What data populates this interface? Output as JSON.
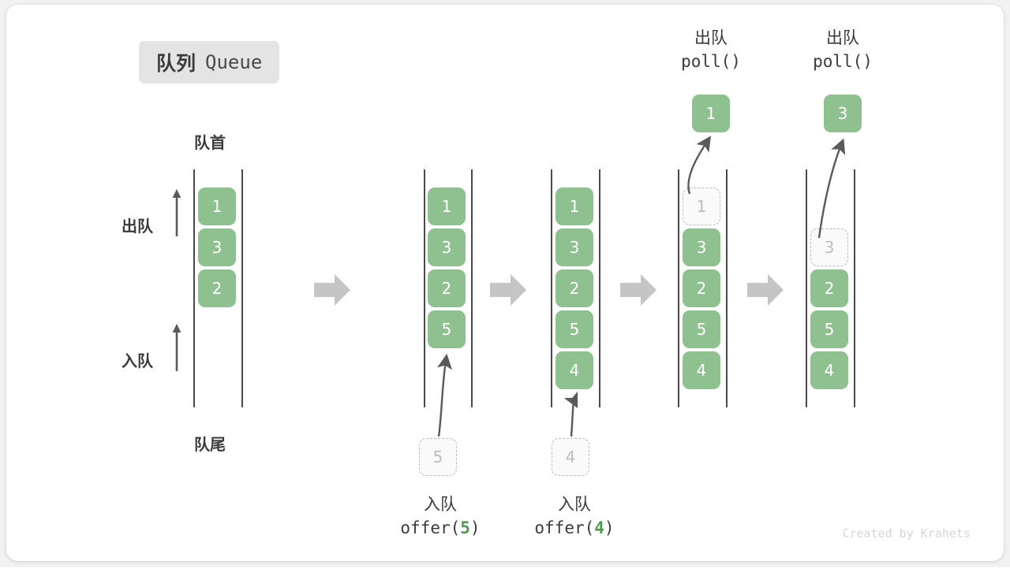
{
  "diagram": {
    "title_cn": "队列",
    "title_en": "Queue",
    "watermark": "Created by Krahets",
    "head_label": "队首",
    "tail_label": "队尾",
    "dequeue_label": "出队",
    "enqueue_label": "入队",
    "colors": {
      "element_fill": "#8fc08f",
      "element_text": "#ffffff",
      "ghost_border": "#bdbdbd",
      "ghost_text": "#bdbdbd",
      "rail": "#4a4a4a",
      "flow_arrow": "#c5c5c5",
      "badge_bg": "#e4e4e4",
      "text": "#3b3b3b",
      "accent_code": "#4e9a53",
      "watermark": "#d6d6d6",
      "page_bg": "#f2f2f2",
      "card_bg": "#ffffff"
    },
    "columns": [
      {
        "id": "state-0",
        "elements": [
          "1",
          "3",
          "2"
        ],
        "ghost": null,
        "popped": null,
        "caption_cn": null,
        "caption_code": null
      },
      {
        "id": "state-1",
        "elements": [
          "1",
          "3",
          "2",
          "5"
        ],
        "ghost": {
          "value": "5",
          "position": "below"
        },
        "popped": null,
        "caption_cn": "入队",
        "caption_code": "offer(",
        "caption_arg": "5",
        "caption_code_end": ")"
      },
      {
        "id": "state-2",
        "elements": [
          "1",
          "3",
          "2",
          "5",
          "4"
        ],
        "ghost": {
          "value": "4",
          "position": "below"
        },
        "popped": null,
        "caption_cn": "入队",
        "caption_code": "offer(",
        "caption_arg": "4",
        "caption_code_end": ")"
      },
      {
        "id": "state-3",
        "elements": [
          "3",
          "2",
          "5",
          "4"
        ],
        "ghost": {
          "value": "1",
          "position": "top"
        },
        "popped": "1",
        "caption_cn": "出队",
        "caption_code": "poll()"
      },
      {
        "id": "state-4",
        "elements": [
          "2",
          "5",
          "4"
        ],
        "ghost": {
          "value": "3",
          "position": "row2"
        },
        "popped": "3",
        "caption_cn": "出队",
        "caption_code": "poll()"
      }
    ]
  }
}
